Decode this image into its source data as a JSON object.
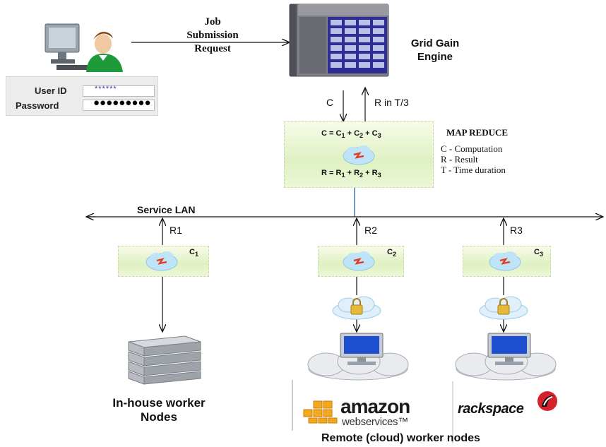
{
  "job_request": {
    "line1": "Job",
    "line2": "Submission",
    "line3": "Request"
  },
  "engine": {
    "line1": "Grid Gain",
    "line2": "Engine"
  },
  "login": {
    "user_id_label": "User ID",
    "user_id_value": "******",
    "password_label": "Password",
    "password_value": "●●●●●●●●●"
  },
  "flow": {
    "down_label": "C",
    "up_label": "R in T/3"
  },
  "map_reduce": {
    "title": "MAP REDUCE",
    "legend": [
      "C - Computation",
      "R - Result",
      "T - Time duration"
    ],
    "eq_top": "C = C1 + C2 + C3",
    "eq_bottom": "R = R1 + R2 + R3"
  },
  "lan": {
    "label": "Service LAN"
  },
  "nodes": [
    {
      "result_label": "R1",
      "comp_label": "C1"
    },
    {
      "result_label": "R2",
      "comp_label": "C2"
    },
    {
      "result_label": "R3",
      "comp_label": "C3"
    }
  ],
  "captions": {
    "inhouse_line1": "In-house worker",
    "inhouse_line2": "Nodes",
    "remote": "Remote (cloud) worker nodes"
  },
  "logos": {
    "amazon_main": "amazon",
    "amazon_sub": "webservices™",
    "rackspace": "rackspace"
  },
  "colors": {
    "cloud_blue": "#bfe3f7",
    "bolt_red": "#e53b1e",
    "lan_line": "#2e5ea8",
    "amazon_orange": "#f4a81d"
  }
}
